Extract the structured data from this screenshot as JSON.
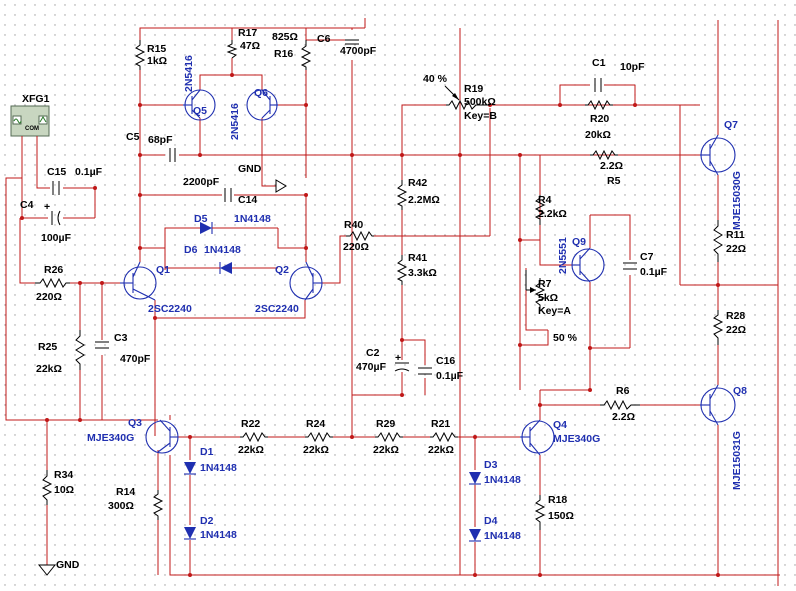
{
  "components": {
    "r15": {
      "ref": "R15",
      "value": "1kΩ"
    },
    "r17": {
      "ref": "R17",
      "value": "47Ω"
    },
    "r16": {
      "ref": "R16",
      "value": "825Ω"
    },
    "c6": {
      "ref": "C6",
      "value": "4700pF"
    },
    "q5": {
      "ref": "Q5",
      "part": "2N5416"
    },
    "q6": {
      "ref": "Q6",
      "part": "2N5416"
    },
    "c5": {
      "ref": "C5",
      "value": "68pF"
    },
    "gnd_top": {
      "label": "GND"
    },
    "c14": {
      "ref": "C14",
      "value": "2200pF"
    },
    "d5": {
      "ref": "D5",
      "part": "1N4148"
    },
    "d6": {
      "ref": "D6",
      "part": "1N4148"
    },
    "q1": {
      "ref": "Q1",
      "part": "2SC2240"
    },
    "q2": {
      "ref": "Q2",
      "part": "2SC2240"
    },
    "r40": {
      "ref": "R40",
      "value": "220Ω"
    },
    "xfg1": {
      "ref": "XFG1",
      "terminal": "COM"
    },
    "c15": {
      "ref": "C15",
      "value": "0.1µF"
    },
    "c4": {
      "ref": "C4",
      "value": "100µF",
      "polarity": "+"
    },
    "r26": {
      "ref": "R26",
      "value": "220Ω"
    },
    "r25": {
      "ref": "R25",
      "value": "22kΩ"
    },
    "c3": {
      "ref": "C3",
      "value": "470pF"
    },
    "q3": {
      "ref": "Q3",
      "part": "MJE340G"
    },
    "d1": {
      "ref": "D1",
      "part": "1N4148"
    },
    "d2": {
      "ref": "D2",
      "part": "1N4148"
    },
    "r14": {
      "ref": "R14",
      "value": "300Ω"
    },
    "r34": {
      "ref": "R34",
      "value": "10Ω"
    },
    "gnd_bottom": {
      "label": "GND"
    },
    "r22": {
      "ref": "R22",
      "value": "22kΩ"
    },
    "r24": {
      "ref": "R24",
      "value": "22kΩ"
    },
    "r29": {
      "ref": "R29",
      "value": "22kΩ"
    },
    "r21": {
      "ref": "R21",
      "value": "22kΩ"
    },
    "r19": {
      "ref": "R19",
      "value": "500kΩ",
      "key": "Key=B",
      "setting": "40 %"
    },
    "r42": {
      "ref": "R42",
      "value": "2.2MΩ"
    },
    "r41": {
      "ref": "R41",
      "value": "3.3kΩ"
    },
    "c2": {
      "ref": "C2",
      "value": "470µF",
      "polarity": "+"
    },
    "c16": {
      "ref": "C16",
      "value": "0.1µF"
    },
    "c1": {
      "ref": "C1",
      "value": "10pF"
    },
    "r20": {
      "ref": "R20",
      "value": "20kΩ"
    },
    "r5": {
      "ref": "R5",
      "value": "2.2Ω"
    },
    "r4": {
      "ref": "R4",
      "value": "2.2kΩ"
    },
    "q9": {
      "ref": "Q9",
      "part": "2N5551"
    },
    "c7": {
      "ref": "C7",
      "value": "0.1µF"
    },
    "r7": {
      "ref": "R7",
      "value": "5kΩ",
      "key": "Key=A",
      "setting": "50 %"
    },
    "q4": {
      "ref": "Q4",
      "part": "MJE340G"
    },
    "r6": {
      "ref": "R6",
      "value": "2.2Ω"
    },
    "d3": {
      "ref": "D3",
      "part": "1N4148"
    },
    "d4": {
      "ref": "D4",
      "part": "1N4148"
    },
    "r18": {
      "ref": "R18",
      "value": "150Ω"
    },
    "q7": {
      "ref": "Q7",
      "part": "MJE15030G"
    },
    "r11": {
      "ref": "R11",
      "value": "22Ω"
    },
    "r28": {
      "ref": "R28",
      "value": "22Ω"
    },
    "q8": {
      "ref": "Q8",
      "part": "MJE15031G"
    }
  },
  "colors": {
    "wire": "#c01818",
    "ref_text": "#1f2fb0",
    "grid_dot": "#9a9a9a",
    "background": "#ffffff"
  }
}
